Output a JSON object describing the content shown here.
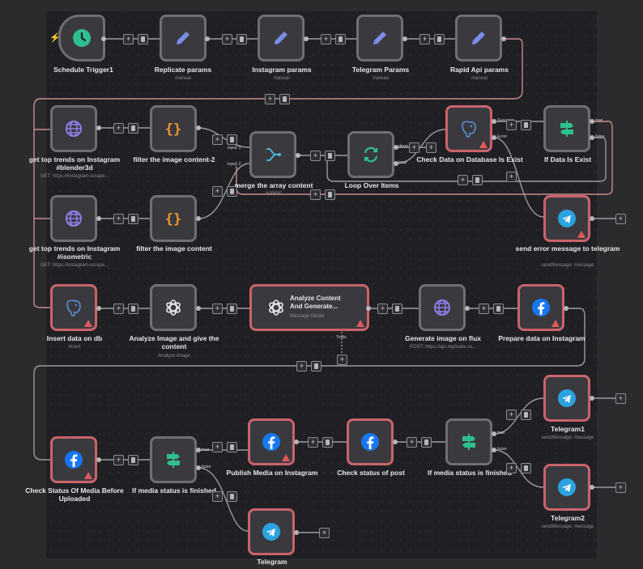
{
  "theme": {
    "canvas": "#202024",
    "node_fill": "#3a3a3e",
    "node_border": "#6e6e73",
    "error_border": "#c9636b",
    "wire": "#9a9a9f",
    "wire_loop": "#c98a8e",
    "error_icon": "#e05a5a"
  },
  "controls": {
    "add": "+",
    "trigger_icon": "lightning-bolt-icon"
  },
  "nodes": {
    "schedule_trigger": {
      "label": "Schedule Trigger1",
      "icon": "clock-icon"
    },
    "replicate_params": {
      "label": "Replicate params",
      "sub": "manual",
      "icon": "pencil-icon"
    },
    "instagram_params": {
      "label": "Instagram params",
      "sub": "manual",
      "icon": "pencil-icon"
    },
    "telegram_params": {
      "label": "Telegram Params",
      "sub": "manual",
      "icon": "pencil-icon"
    },
    "rapid_api_params": {
      "label": "Rapid Api params",
      "sub": "manual",
      "icon": "pencil-icon"
    },
    "trends_blender": {
      "label": "get top trends on Instagram #blender3d",
      "sub": "GET: https://instagram-scrape...",
      "icon": "globe-icon"
    },
    "filter_content_2": {
      "label": "filter the image content-2",
      "icon": "code-braces-icon"
    },
    "merge_array": {
      "label": "merge the array content",
      "sub": "append",
      "in1": "input 1",
      "in2": "input 2",
      "icon": "merge-icon"
    },
    "loop_items": {
      "label": "Loop Over Items",
      "done": "done",
      "loop": "loop",
      "icon": "loop-icon"
    },
    "check_db": {
      "label": "Check Data on Database Is Exist",
      "success": "Success",
      "error": "Error",
      "icon": "postgres-icon"
    },
    "if_data_exist": {
      "label": "If Data Is Exist",
      "t": "true",
      "f": "false",
      "icon": "signpost-icon"
    },
    "trends_isometric": {
      "label": "get top trends on Instagram #isometric",
      "sub": "GET: https://instagram-scrape...",
      "icon": "globe-icon"
    },
    "filter_content": {
      "label": "filter the image content",
      "icon": "code-braces-icon"
    },
    "send_error_tg": {
      "label": "send error message to telegram",
      "sub": "sendMessage: message",
      "icon": "telegram-icon"
    },
    "insert_db": {
      "label": "Insert data on db",
      "sub": "insert",
      "icon": "postgres-icon"
    },
    "analyze_image": {
      "label": "Analyze Image and give the content",
      "sub": "Analyze Image",
      "icon": "openai-icon"
    },
    "analyze_content": {
      "title": "Analyze Content And Generate...",
      "sub": "Message Model",
      "tools": "Tools",
      "icon": "openai-icon"
    },
    "gen_image_flux": {
      "label": "Generate image on flux",
      "sub": "POST: https://api.replicate.co...",
      "icon": "globe-icon"
    },
    "prepare_ig": {
      "label": "Prepare data on Instagram",
      "icon": "facebook-icon"
    },
    "check_status_media": {
      "label": "Check Status Of Media Before Uploaded",
      "icon": "facebook-icon"
    },
    "if_media_finished_1": {
      "label": "If media status is finished",
      "t": "true",
      "f": "false",
      "icon": "signpost-icon"
    },
    "publish_media": {
      "label": "Publish Media on Instagram",
      "icon": "facebook-icon"
    },
    "check_status_post": {
      "label": "Check status of post",
      "icon": "facebook-icon"
    },
    "if_media_finished_2": {
      "label": "If media status is finished",
      "t": "true",
      "f": "false",
      "icon": "signpost-icon"
    },
    "telegram1": {
      "label": "Telegram1",
      "sub": "sendMessage: message",
      "icon": "telegram-icon"
    },
    "telegram2": {
      "label": "Telegram2",
      "sub": "sendMessage: message",
      "icon": "telegram-icon"
    },
    "telegram": {
      "label": "Telegram",
      "icon": "telegram-icon"
    }
  }
}
